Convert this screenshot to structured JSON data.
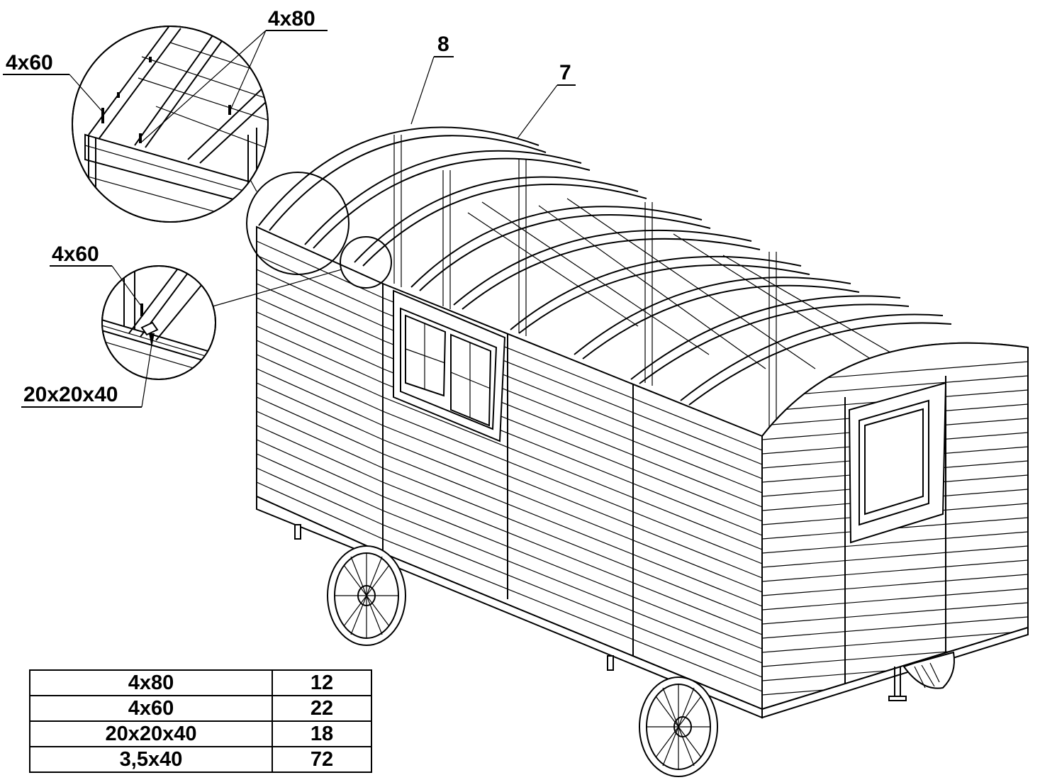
{
  "callouts": {
    "detail_top_left": "4x60",
    "detail_top_right": "4x80",
    "detail_mid": "4x60",
    "detail_bottom": "20x20x40",
    "part_8": "8",
    "part_7": "7"
  },
  "parts_table": {
    "rows": [
      {
        "size": "4x80",
        "qty": "12"
      },
      {
        "size": "4x60",
        "qty": "22"
      },
      {
        "size": "20x20x40",
        "qty": "18"
      },
      {
        "size": "3,5x40",
        "qty": "72"
      }
    ]
  }
}
